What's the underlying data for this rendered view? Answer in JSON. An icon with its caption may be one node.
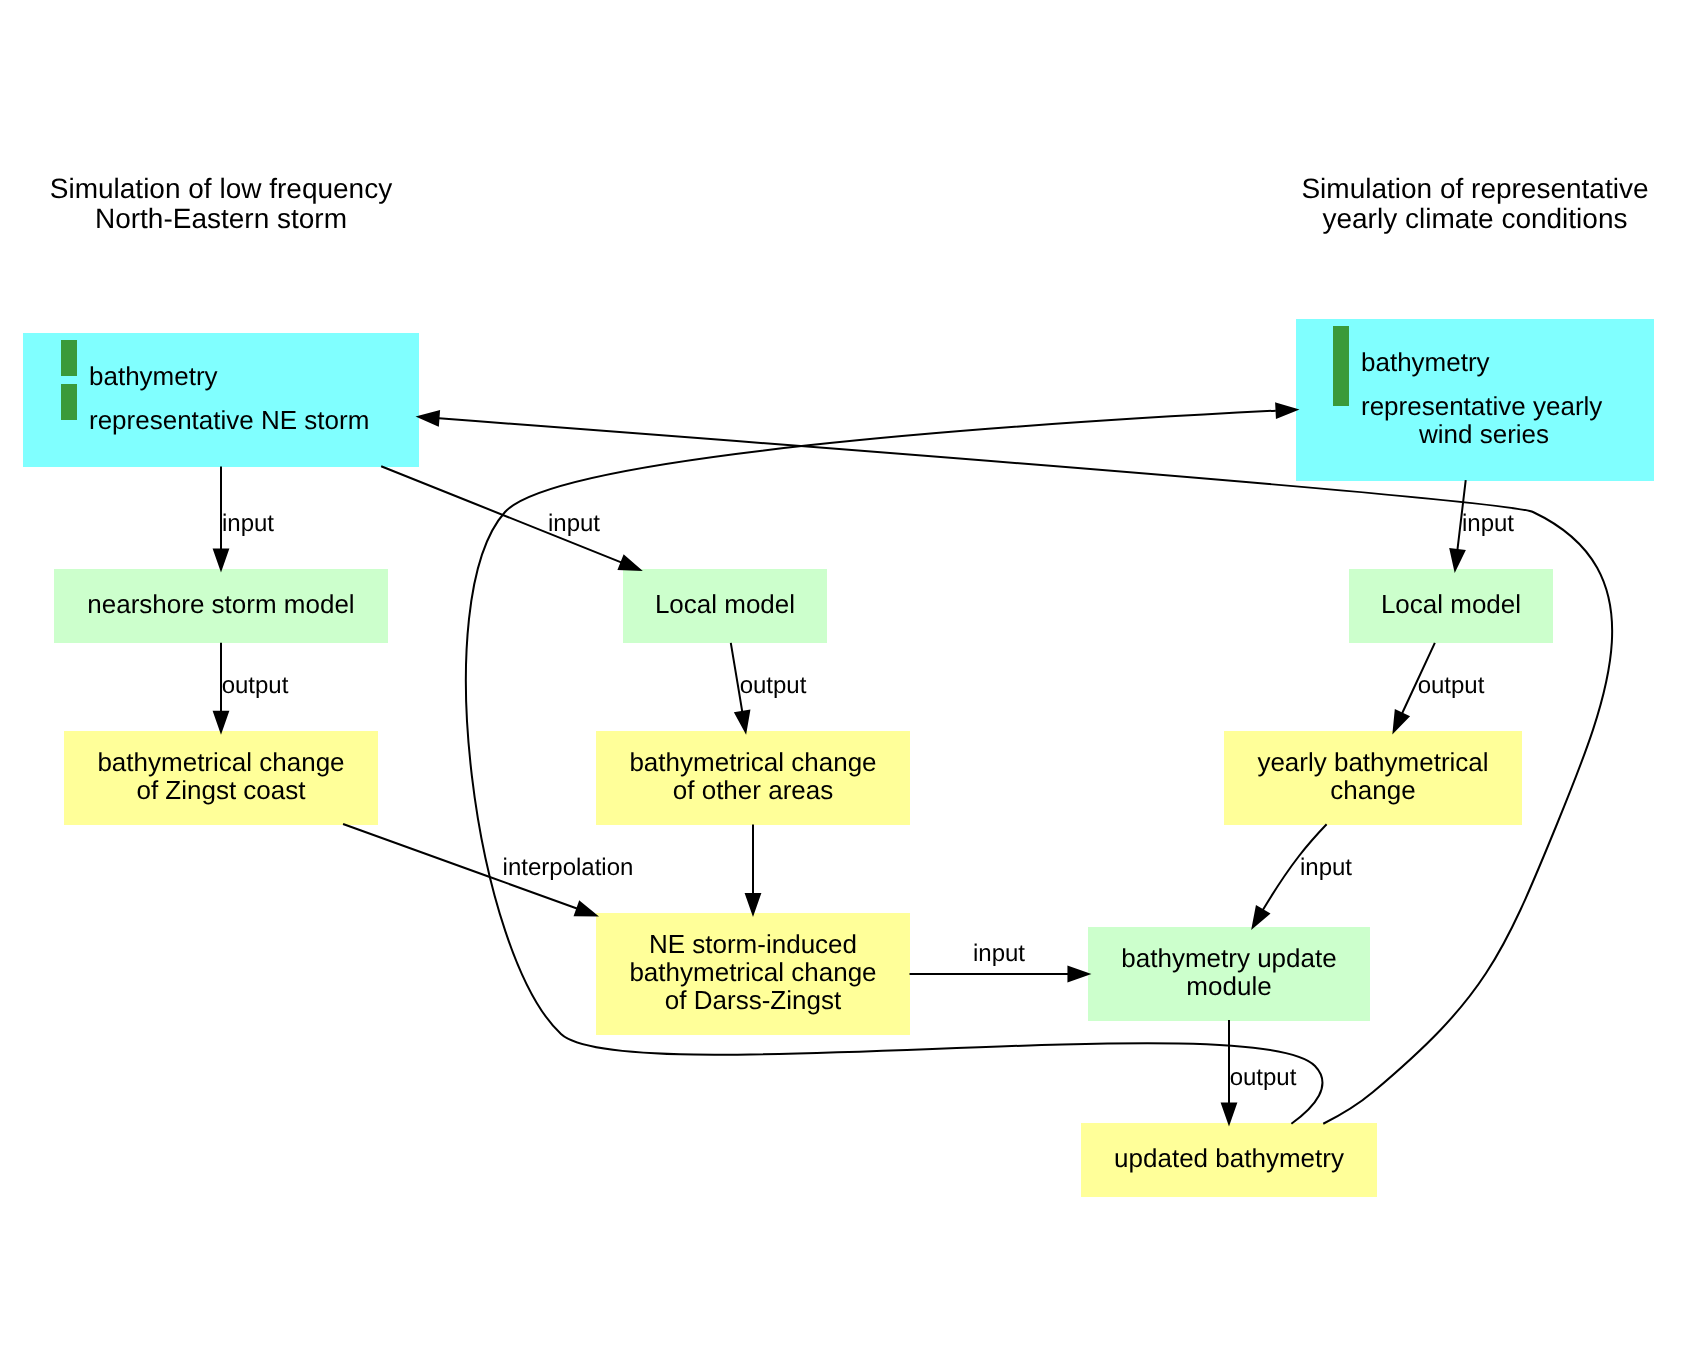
{
  "diagram": {
    "nodes": [
      {
        "text": [
          "bathymetry",
          "representative NE storm"
        ]
      },
      {
        "text": [
          "nearshore storm model"
        ]
      },
      {
        "text": [
          "Local model"
        ]
      },
      {
        "text": [
          "bathymetrical change of Zingst coast"
        ]
      },
      {
        "text": [
          "bathymetrical change of other areas"
        ]
      },
      {
        "text": [
          "NE storm-induced bathymetrical change of Darss-Zingst"
        ]
      },
      {
        "text": [
          "bathymetry",
          "representative yearly wind series"
        ]
      },
      {
        "text": [
          "Local model"
        ]
      },
      {
        "text": [
          "yearly bathymetrical change"
        ]
      },
      {
        "text": [
          "bathymetry update module"
        ]
      },
      {
        "text": [
          "updated bathymetry"
        ]
      }
    ],
    "edges": [
      {
        "from": 0,
        "to": 1,
        "arrow": "to",
        "label": "input"
      },
      {
        "from": 0,
        "to": 2,
        "arrow": "to",
        "label": "input"
      },
      {
        "from": 1,
        "to": 3,
        "arrow": "to",
        "label": "output"
      },
      {
        "from": 2,
        "to": 4,
        "arrow": "to",
        "label": "output"
      },
      {
        "from": 3,
        "to": 5,
        "arrow": "to",
        "label": "interpolation"
      },
      {
        "from": 4,
        "to": 5,
        "arrow": "to"
      },
      {
        "from": 5,
        "to": 9,
        "arrow": "to",
        "label": "input"
      },
      {
        "from": 6,
        "to": 7,
        "arrow": "to",
        "label": "input"
      },
      {
        "from": 7,
        "to": 8,
        "arrow": "to",
        "label": "output"
      },
      {
        "from": 8,
        "to": 9,
        "arrow": "to",
        "label": "input"
      },
      {
        "from": 9,
        "to": 10,
        "arrow": "to",
        "label": "output"
      },
      {
        "from": 10,
        "to": 0,
        "arrow": "to"
      },
      {
        "from": 10,
        "to": 6,
        "arrow": "to"
      }
    ],
    "labels": [
      "Simulation of low frequency North-Eastern storm",
      "Simulation of representative yearly climate conditions"
    ]
  }
}
